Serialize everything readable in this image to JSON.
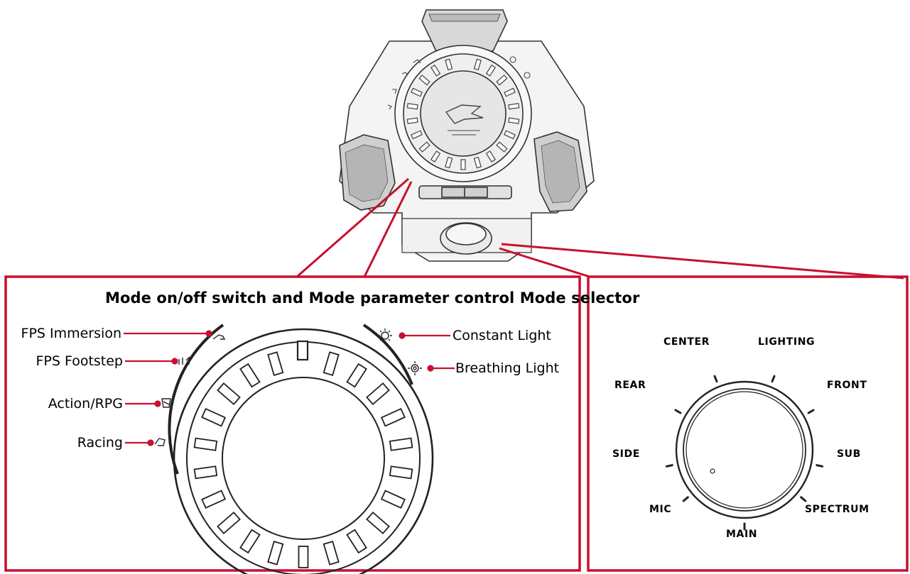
{
  "heading": "Mode on/off switch and Mode parameter control Mode selector",
  "mode_labels": {
    "fps_immersion": "FPS Immersion",
    "fps_footstep": "FPS Footstep",
    "action_rpg": "Action/RPG",
    "racing": "Racing",
    "constant_light": "Constant Light",
    "breathing_light": "Breathing Light"
  },
  "selector_labels": {
    "center": "CENTER",
    "lighting": "LIGHTING",
    "rear": "REAR",
    "front": "FRONT",
    "side": "SIDE",
    "sub": "SUB",
    "mic": "MIC",
    "spectrum": "SPECTRUM",
    "main": "MAIN"
  },
  "colors": {
    "callout": "#c8102e",
    "line": "#222222",
    "device_fill": "#f3f3f3"
  },
  "icons": [
    "fps-immersion-icon",
    "fps-footstep-icon",
    "action-rpg-icon",
    "racing-icon",
    "constant-light-icon",
    "breathing-light-icon",
    "rog-logo-icon"
  ]
}
